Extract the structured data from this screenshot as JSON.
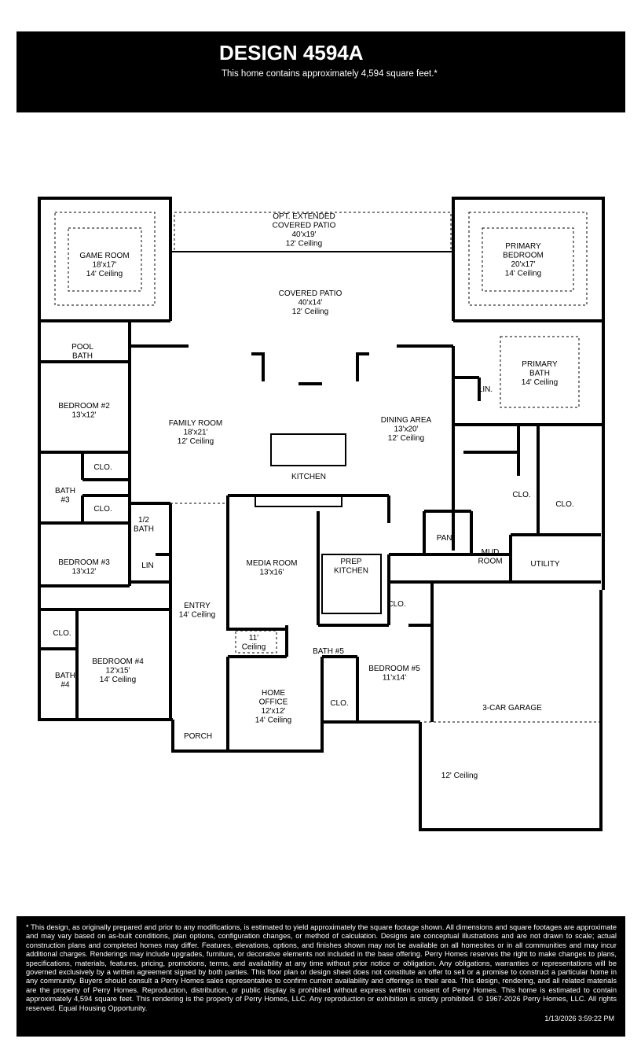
{
  "header": {
    "title": "DESIGN 4594A",
    "subtitle": "This home contains approximately 4,594 square feet.*"
  },
  "rooms": [
    {
      "name": "opt-extended-covered-patio",
      "lines": [
        "OPT. EXTENDED",
        "COVERED PATIO",
        "40'x19'",
        "12' Ceiling"
      ]
    },
    {
      "name": "game-room",
      "lines": [
        "GAME ROOM",
        "18'x17'",
        "14' Ceiling"
      ]
    },
    {
      "name": "primary-bedroom",
      "lines": [
        "PRIMARY",
        "BEDROOM",
        "20'x17'",
        "14' Ceiling"
      ]
    },
    {
      "name": "covered-patio",
      "lines": [
        "COVERED PATIO",
        "40'x14'",
        "12' Ceiling"
      ]
    },
    {
      "name": "pool-bath",
      "lines": [
        "POOL",
        "BATH"
      ]
    },
    {
      "name": "primary-bath",
      "lines": [
        "PRIMARY",
        "BATH",
        "14' Ceiling"
      ]
    },
    {
      "name": "primary-linen",
      "lines": [
        "LIN."
      ]
    },
    {
      "name": "bedroom-2",
      "lines": [
        "BEDROOM #2",
        "13'x12'"
      ]
    },
    {
      "name": "family-room",
      "lines": [
        "FAMILY ROOM",
        "18'x21'",
        "12' Ceiling"
      ]
    },
    {
      "name": "dining-area",
      "lines": [
        "DINING AREA",
        "13'x20'",
        "12' Ceiling"
      ]
    },
    {
      "name": "kitchen",
      "lines": [
        "KITCHEN"
      ]
    },
    {
      "name": "bedroom-2-closet",
      "lines": [
        "CLO."
      ]
    },
    {
      "name": "bath-3",
      "lines": [
        "BATH",
        "#3"
      ]
    },
    {
      "name": "bedroom-3-closet",
      "lines": [
        "CLO."
      ]
    },
    {
      "name": "primary-closet-1",
      "lines": [
        "CLO."
      ]
    },
    {
      "name": "primary-closet-2",
      "lines": [
        "CLO."
      ]
    },
    {
      "name": "half-bath",
      "lines": [
        "1/2",
        "BATH"
      ]
    },
    {
      "name": "media-room",
      "lines": [
        "MEDIA ROOM",
        "13'x16'"
      ]
    },
    {
      "name": "prep-kitchen",
      "lines": [
        "PREP",
        "KITCHEN"
      ]
    },
    {
      "name": "pantry",
      "lines": [
        "PAN."
      ]
    },
    {
      "name": "mud-room",
      "lines": [
        "MUD",
        "ROOM"
      ]
    },
    {
      "name": "utility",
      "lines": [
        "UTILITY"
      ]
    },
    {
      "name": "bedroom-3",
      "lines": [
        "BEDROOM #3",
        "13'x12'"
      ]
    },
    {
      "name": "hall-linen",
      "lines": [
        "LIN"
      ]
    },
    {
      "name": "entry",
      "lines": [
        "ENTRY",
        "14' Ceiling"
      ]
    },
    {
      "name": "hall-closet",
      "lines": [
        "CLO."
      ]
    },
    {
      "name": "bedroom-4-closet",
      "lines": [
        "CLO."
      ]
    },
    {
      "name": "bedroom-4",
      "lines": [
        "BEDROOM #4",
        "12'x15'",
        "14' Ceiling"
      ]
    },
    {
      "name": "media-ceiling-note",
      "lines": [
        "11'",
        "Ceiling"
      ]
    },
    {
      "name": "bath-5",
      "lines": [
        "BATH #5"
      ]
    },
    {
      "name": "bedroom-5",
      "lines": [
        "BEDROOM #5",
        "11'x14'"
      ]
    },
    {
      "name": "bath-4",
      "lines": [
        "BATH",
        "#4"
      ]
    },
    {
      "name": "home-office",
      "lines": [
        "HOME",
        "OFFICE",
        "12'x12'",
        "14' Ceiling"
      ]
    },
    {
      "name": "bedroom-5-closet",
      "lines": [
        "CLO."
      ]
    },
    {
      "name": "three-car-garage",
      "lines": [
        "3-CAR GARAGE"
      ]
    },
    {
      "name": "porch",
      "lines": [
        "PORCH"
      ]
    },
    {
      "name": "garage-ceiling-note",
      "lines": [
        "12' Ceiling"
      ]
    }
  ],
  "footer": {
    "disclaimer": "* This design, as originally prepared and prior to any modifications, is estimated to yield approximately the square footage shown. All dimensions and square footages are approximate and may vary based on as-built conditions, plan options, configuration changes, or method of calculation. Designs are conceptual illustrations and are not drawn to scale; actual construction plans and completed homes may differ. Features, elevations, options, and finishes shown may not be available on all homesites or in all communities and may incur additional charges. Renderings may include upgrades, furniture, or decorative elements not included in the base offering. Perry Homes reserves the right to make changes to plans, specifications, materials, features, pricing, promotions, terms, and availability at any time without prior notice or obligation. Any obligations, warranties or representations will be governed exclusively by a written agreement signed by both parties. This floor plan or design sheet does not constitute an offer to sell or a promise to construct a particular home in any community. Buyers should consult a Perry Homes sales representative to confirm current availability and offerings in their area. This design, rendering, and all related materials are the property of Perry Homes. Reproduction, distribution, or public display is prohibited without express written consent of Perry Homes. This home is estimated to contain approximately 4,594 square feet. This rendering is the property of Perry Homes, LLC. Any reproduction or exhibition is strictly prohibited. © 1967-2026 Perry Homes, LLC. All rights reserved. Equal Housing Opportunity.",
    "timestamp": "1/13/2026 3:59:22 PM"
  }
}
